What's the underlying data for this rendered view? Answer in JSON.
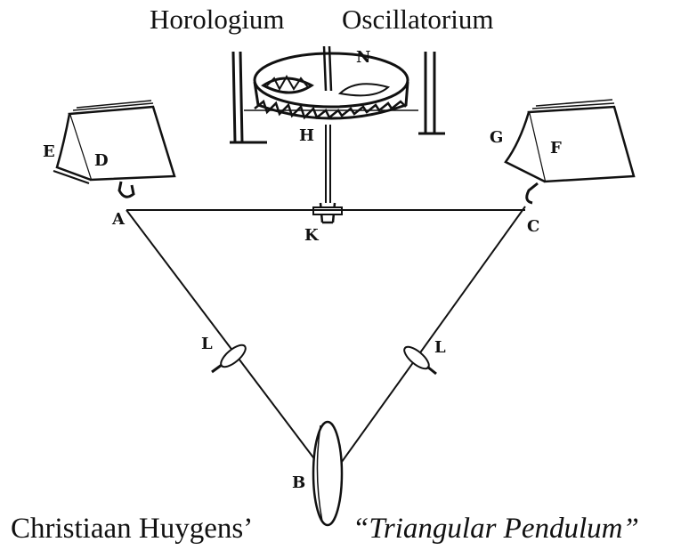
{
  "title": {
    "left": "Horologium",
    "right": "Oscillatorium"
  },
  "caption": {
    "author": "Christiaan Huygens’",
    "work": "“Triangular Pendulum”"
  },
  "labels": {
    "N": "N",
    "H": "H",
    "E": "E",
    "D": "D",
    "G": "G",
    "F": "F",
    "A": "A",
    "C": "C",
    "K": "K",
    "L_left": "L",
    "L_right": "L",
    "B": "B"
  }
}
